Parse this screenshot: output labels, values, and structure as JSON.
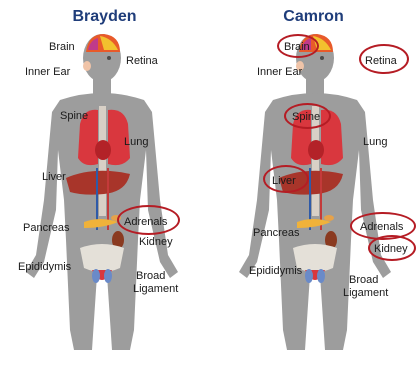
{
  "panels": [
    {
      "name": "Brayden",
      "labels": {
        "brain": "Brain",
        "inner_ear": "Inner Ear",
        "retina": "Retina",
        "spine": "Spine",
        "lung": "Lung",
        "liver": "Liver",
        "pancreas": "Pancreas",
        "adrenals": "Adrenals",
        "kidney": "Kidney",
        "epididymis": "Epididymis",
        "broad_ligament_1": "Broad",
        "broad_ligament_2": "Ligament"
      },
      "circled": [
        "adrenals"
      ]
    },
    {
      "name": "Camron",
      "labels": {
        "brain": "Brain",
        "inner_ear": "Inner Ear",
        "retina": "Retina",
        "spine": "Spine",
        "lung": "Lung",
        "liver": "Liver",
        "pancreas": "Pancreas",
        "adrenals": "Adrenals",
        "kidney": "Kidney",
        "epididymis": "Epididymis",
        "broad_ligament_1": "Broad",
        "broad_ligament_2": "Ligament"
      },
      "circled": [
        "brain",
        "retina",
        "spine",
        "liver",
        "adrenals",
        "kidney"
      ]
    }
  ],
  "colors": {
    "title": "#1f3d7a",
    "circle": "#b51c24",
    "body": "#9a9a9a",
    "lung": "#d9373e",
    "liver": "#a8352a"
  }
}
